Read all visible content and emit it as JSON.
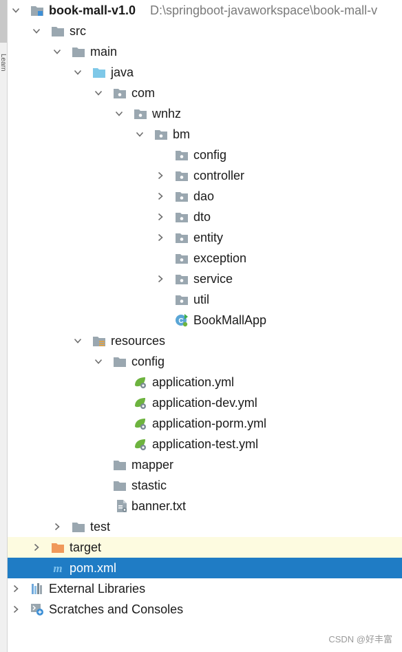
{
  "project": {
    "name": "book-mall-v1.0",
    "path": "D:\\springboot-javaworkspace\\book-mall-v"
  },
  "side_tool_window": {
    "tab_label": "Learn"
  },
  "tree": {
    "src": "src",
    "main": "main",
    "java": "java",
    "com": "com",
    "wnhz": "wnhz",
    "bm": "bm",
    "config": "config",
    "controller": "controller",
    "dao": "dao",
    "dto": "dto",
    "entity": "entity",
    "exception": "exception",
    "service": "service",
    "util": "util",
    "app_class": "BookMallApp",
    "resources": "resources",
    "res_config": "config",
    "application_yml": "application.yml",
    "application_dev_yml": "application-dev.yml",
    "application_porm_yml": "application-porm.yml",
    "application_test_yml": "application-test.yml",
    "mapper": "mapper",
    "stastic": "stastic",
    "banner": "banner.txt",
    "test": "test",
    "target": "target",
    "pom": "pom.xml",
    "external_libraries": "External Libraries",
    "scratches": "Scratches and Consoles"
  },
  "watermark": "CSDN @好丰富",
  "colors": {
    "selected_row": "#1f7cc5",
    "excluded_row": "#fdfbe0",
    "folder_gray": "#9aa7b0",
    "folder_blue": "#7ec8e8",
    "folder_orange": "#f0995a",
    "spring_green": "#6db33f"
  }
}
